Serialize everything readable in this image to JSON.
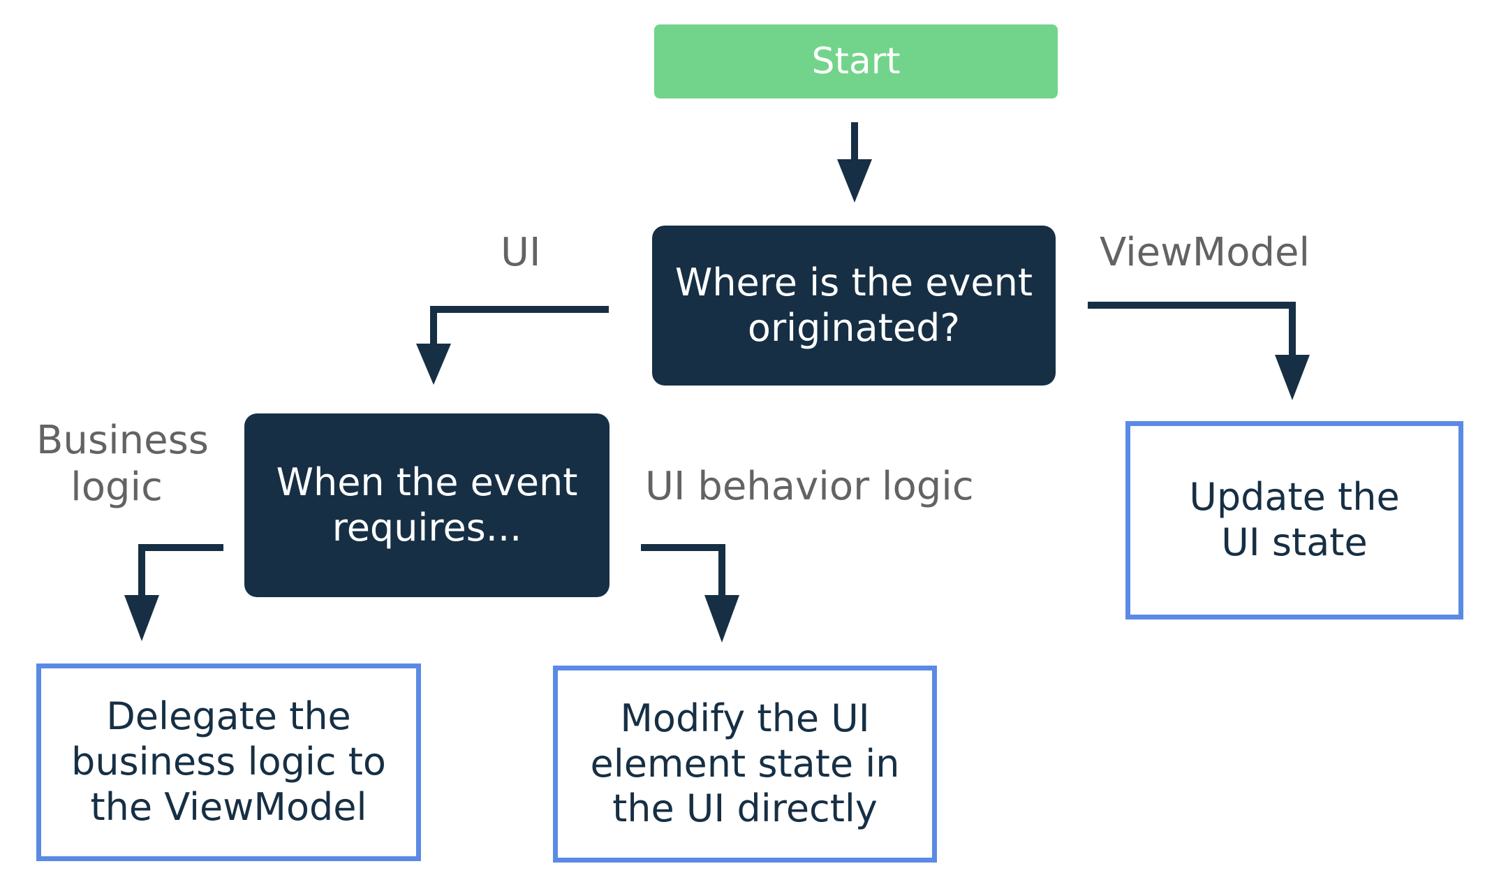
{
  "nodes": {
    "start": {
      "label": "Start"
    },
    "origin_question": {
      "lines": [
        "Where is the event",
        "originated?"
      ]
    },
    "requirement_question": {
      "lines": [
        "When the event",
        "requires..."
      ]
    },
    "update_ui_state": {
      "lines": [
        "Update the",
        "UI state"
      ]
    },
    "delegate_business_logic": {
      "lines": [
        "Delegate the",
        "business logic to",
        "the ViewModel"
      ]
    },
    "modify_ui_element": {
      "lines": [
        "Modify the UI",
        "element state in",
        "the UI directly"
      ]
    }
  },
  "edges": {
    "ui": {
      "label": "UI"
    },
    "viewmodel": {
      "label": "ViewModel"
    },
    "business_logic": {
      "lines": [
        "Business",
        "logic"
      ]
    },
    "ui_behavior_logic": {
      "label": "UI behavior logic"
    }
  },
  "colors": {
    "start_fill": "#72d48a",
    "decision_fill": "#162f44",
    "action_border": "#5a8ae4",
    "arrow": "#162f44",
    "edge_label_text": "#636363"
  }
}
